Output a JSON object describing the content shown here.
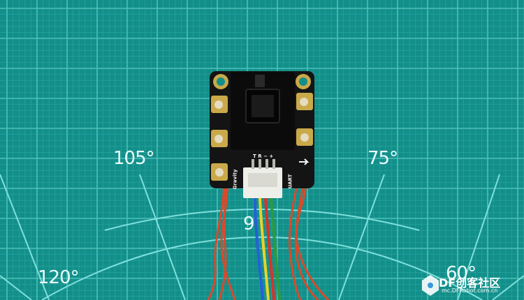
{
  "cutting_mat": {
    "angle_labels": [
      "105°",
      "75°",
      "120°",
      "60°",
      "9"
    ],
    "grid_color": "#51c6c2",
    "mat_color": "#138f8a"
  },
  "sensor_board": {
    "connector_pin_labels": "T R − +",
    "left_silk_text": "Gravity",
    "right_silk_text": "UART"
  },
  "watermark": {
    "brand": "DF创客社区",
    "url": "mc.DFRobot.com.cn"
  }
}
